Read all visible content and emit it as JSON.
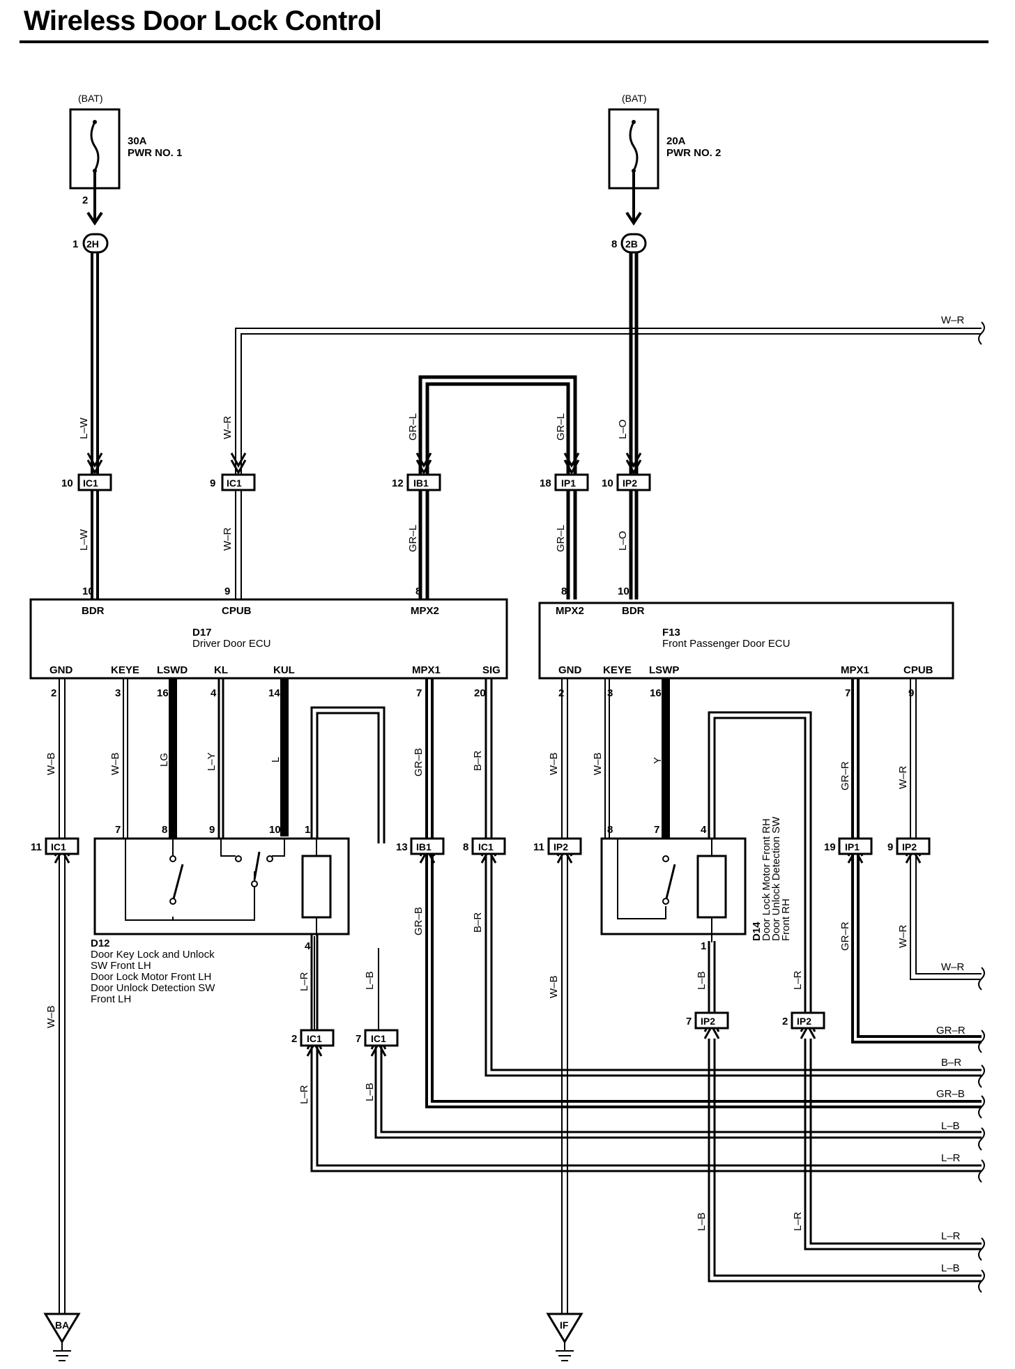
{
  "title": "Wireless Door Lock Control",
  "fuses": [
    {
      "source": "(BAT)",
      "rating": "30A",
      "name": "PWR NO. 1",
      "pin": "2",
      "connector": "2H",
      "conn_pin": "1"
    },
    {
      "source": "(BAT)",
      "rating": "20A",
      "name": "PWR NO. 2",
      "pin": "",
      "connector": "2B",
      "conn_pin": "8"
    }
  ],
  "ecus": {
    "driver": {
      "code": "D17",
      "name": "Driver Door ECU",
      "top_pins": [
        {
          "name": "BDR",
          "num": "10"
        },
        {
          "name": "CPUB",
          "num": "9"
        },
        {
          "name": "MPX2",
          "num": "8"
        }
      ],
      "bottom_pins": [
        {
          "name": "GND",
          "num": "2"
        },
        {
          "name": "KEYE",
          "num": "3"
        },
        {
          "name": "LSWD",
          "num": "16"
        },
        {
          "name": "KL",
          "num": "4"
        },
        {
          "name": "KUL",
          "num": "14"
        },
        {
          "name": "MPX1",
          "num": "7"
        },
        {
          "name": "SIG",
          "num": "20"
        }
      ]
    },
    "passenger": {
      "code": "F13",
      "name": "Front Passenger Door ECU",
      "top_pins": [
        {
          "name": "MPX2",
          "num": "8"
        },
        {
          "name": "BDR",
          "num": "10"
        }
      ],
      "bottom_pins": [
        {
          "name": "GND",
          "num": "2"
        },
        {
          "name": "KEYE",
          "num": "3"
        },
        {
          "name": "LSWP",
          "num": "16"
        },
        {
          "name": "MPX1",
          "num": "7"
        },
        {
          "name": "CPUB",
          "num": "9"
        }
      ]
    }
  },
  "switches": {
    "d12": {
      "code": "D12",
      "lines": [
        "Door Key Lock and Unlock",
        "SW Front LH",
        "Door Lock Motor Front LH",
        "Door Unlock Detection SW",
        "Front LH"
      ],
      "pins": [
        "7",
        "8",
        "9",
        "10",
        "1",
        "4"
      ]
    },
    "d14": {
      "code": "D14",
      "lines": [
        "Door Lock Motor Front RH",
        "Door Unlock Detection SW",
        "Front RH"
      ],
      "pins": [
        "8",
        "7",
        "4",
        "1"
      ]
    }
  },
  "connectors": [
    {
      "id": "IC1",
      "pin": "10"
    },
    {
      "id": "IC1",
      "pin": "9"
    },
    {
      "id": "IB1",
      "pin": "12"
    },
    {
      "id": "IP1",
      "pin": "18"
    },
    {
      "id": "IP2",
      "pin": "10"
    },
    {
      "id": "IC1",
      "pin": "11"
    },
    {
      "id": "IB1",
      "pin": "13"
    },
    {
      "id": "IC1",
      "pin": "8"
    },
    {
      "id": "IP2",
      "pin": "11"
    },
    {
      "id": "IP1",
      "pin": "19"
    },
    {
      "id": "IP2",
      "pin": "9"
    },
    {
      "id": "IC1",
      "pin": "2"
    },
    {
      "id": "IC1",
      "pin": "7"
    },
    {
      "id": "IP2",
      "pin": "7"
    },
    {
      "id": "IP2",
      "pin": "2"
    }
  ],
  "wire_colors": {
    "lw": "L–W",
    "wr": "W–R",
    "grl": "GR–L",
    "lo": "L–O",
    "wb": "W–B",
    "lg": "LG",
    "ly": "L–Y",
    "l": "L",
    "grb": "GR–B",
    "br": "B–R",
    "y": "Y",
    "grr": "GR–R",
    "lr": "L–R",
    "lb": "L–B"
  },
  "grounds": [
    "BA",
    "IF"
  ]
}
